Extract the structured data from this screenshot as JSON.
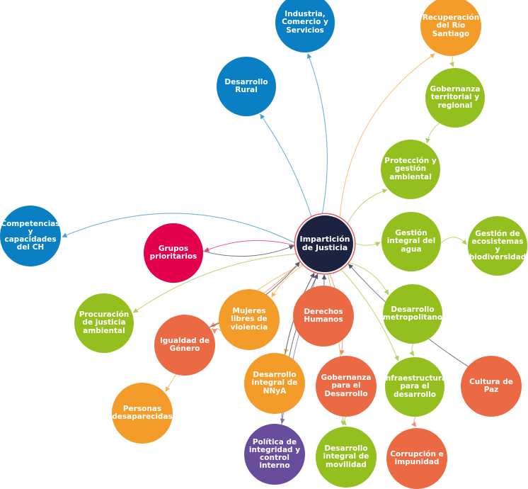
{
  "colors": {
    "navy": "#1c2340",
    "blue": "#0a7fc3",
    "green": "#93c01f",
    "orange": "#f39c2a",
    "coral": "#ec6a43",
    "crimson": "#e2004f",
    "purple": "#6a4c9c"
  },
  "nodes": {
    "center": {
      "label": "Impartición de Justicia",
      "color": "#1c2340"
    },
    "industria": {
      "label": "Industria, Comercio y Servicios",
      "color": "#0a7fc3"
    },
    "desarrollo_rural": {
      "label": "Desarrollo Rural",
      "color": "#0a7fc3"
    },
    "competencias": {
      "label": "Competencias y capacidades del CH",
      "color": "#0a7fc3"
    },
    "recuperacion": {
      "label": "Recuperación del Río Santiago",
      "color": "#f39c2a"
    },
    "gobernanza_territorial": {
      "label": "Gobernanza territorial y regional",
      "color": "#93c01f"
    },
    "proteccion": {
      "label": "Protección y gestión ambiental",
      "color": "#93c01f"
    },
    "gestion_agua": {
      "label": "Gestión integral del agua",
      "color": "#93c01f"
    },
    "gestion_ecosistemas": {
      "label": "Gestión de ecosistemas y biodiversidad",
      "color": "#93c01f"
    },
    "desarrollo_metropolitano": {
      "label": "Desarrollo metropolitano",
      "color": "#93c01f"
    },
    "infraestructura": {
      "label": "Infraestructura para el desarrollo",
      "color": "#93c01f"
    },
    "cultura_paz": {
      "label": "Cultura de Paz",
      "color": "#ec6a43"
    },
    "grupos_prioritarios": {
      "label": "Grupos prioritarios",
      "color": "#e2004f"
    },
    "procuracion": {
      "label": "Procuración de justicia ambiental",
      "color": "#93c01f"
    },
    "igualdad": {
      "label": "Igualdad de Género",
      "color": "#ec6a43"
    },
    "mujeres": {
      "label": "Mujeres libres de violencia",
      "color": "#f39c2a"
    },
    "derechos_humanos": {
      "label": "Derechos Humanos",
      "color": "#ec6a43"
    },
    "personas_desaparecidas": {
      "label": "Personas desaparecidas",
      "color": "#f39c2a"
    },
    "nnya": {
      "label": "Desarrollo integral de NNyA",
      "color": "#f39c2a"
    },
    "gobernanza_desarrollo": {
      "label": "Gobernanza para el Desarrollo",
      "color": "#ec6a43"
    },
    "politica_integridad": {
      "label": "Política de integridad y control interno",
      "color": "#6a4c9c"
    },
    "movilidad": {
      "label": "Desarrollo integral de movilidad",
      "color": "#93c01f"
    },
    "corrupcion": {
      "label": "Corrupción e impunidad",
      "color": "#ec6a43"
    }
  }
}
